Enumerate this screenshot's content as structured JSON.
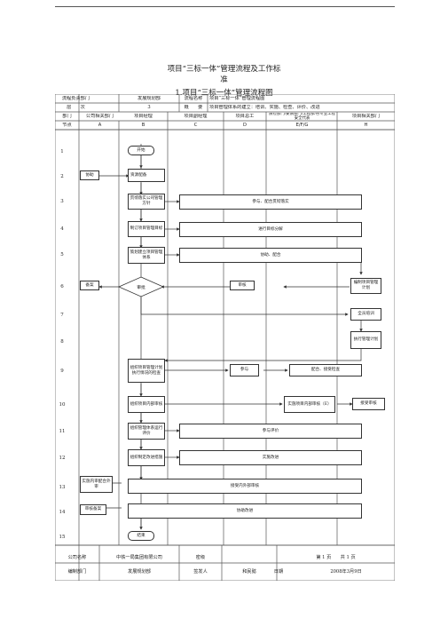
{
  "page": {
    "title_line1": "项目“三标一体”管理流程及工作标",
    "title_line2": "准",
    "subtitle": "1.项目“三标一体”管理流程图"
  },
  "header": {
    "owner_label": "流程负责部门",
    "owner_value": "发展规划部",
    "name_label": "流程名称",
    "name_value": "项目“三标一体”管理流程图",
    "level_label": "层　　次",
    "level_value": "3",
    "summary_label": "概　　要",
    "summary_value": "项目管理体系的建立：培训、实施、检查、评价、改进",
    "dept_label": "部门",
    "departments": [
      "公司相关部门",
      "项目经理",
      "项目副经理",
      "项目总工",
      "质检部门/安质部门/工程部/各专业工程安全代表",
      "项目相关部门"
    ],
    "node_label": "节点",
    "columns": [
      "A",
      "B",
      "C",
      "D",
      "E/F/G",
      "H"
    ]
  },
  "rows": [
    "1",
    "2",
    "3",
    "4",
    "5",
    "6",
    "7",
    "8",
    "9",
    "10",
    "11",
    "12",
    "13",
    "14",
    "15"
  ],
  "nodes": {
    "start": "开始",
    "assist": "协助",
    "resource": "资源配备",
    "b3": "贯彻落实公司管理方针",
    "b3_wide": "参与、配合贯彻落实",
    "b4": "制订项目管理目标",
    "b4_wide": "进行目标分解",
    "b5": "策划建立项目管理体系",
    "b5_wide": "协助、配合",
    "h6": "编制项目管理计划",
    "a6": "备案",
    "review_c": "审批",
    "review_d": "审核",
    "h7": "全员培训",
    "h8": "执行管理计划",
    "c9": "组织项目管理计划执行情况的检查",
    "d9": "参与",
    "e9": "配合、接受检查",
    "c10": "组织项目内部审核",
    "e10": "实施项目内部审核（E）",
    "h10": "接受审核",
    "c11": "组织管理体系运行评价",
    "e11": "参与评价",
    "c12": "组织制定改进措施",
    "e12": "实施改进",
    "a13": "实施内审配合外审",
    "e13": "接受内外部审核",
    "a14": "审核备案",
    "e14": "协助改进",
    "end": "结束"
  },
  "footer": {
    "company_label": "公司名称",
    "company_value": "中铁一局集团有限公司",
    "secret_label": "密级",
    "page_value": "第 1 页　　共 1 页",
    "dept_label": "编制部门",
    "dept_value": "发展规划部",
    "sign_label": "签发人",
    "sign_value": "和民懿",
    "date_label": "日期",
    "date_value": "2008年3月9日"
  }
}
